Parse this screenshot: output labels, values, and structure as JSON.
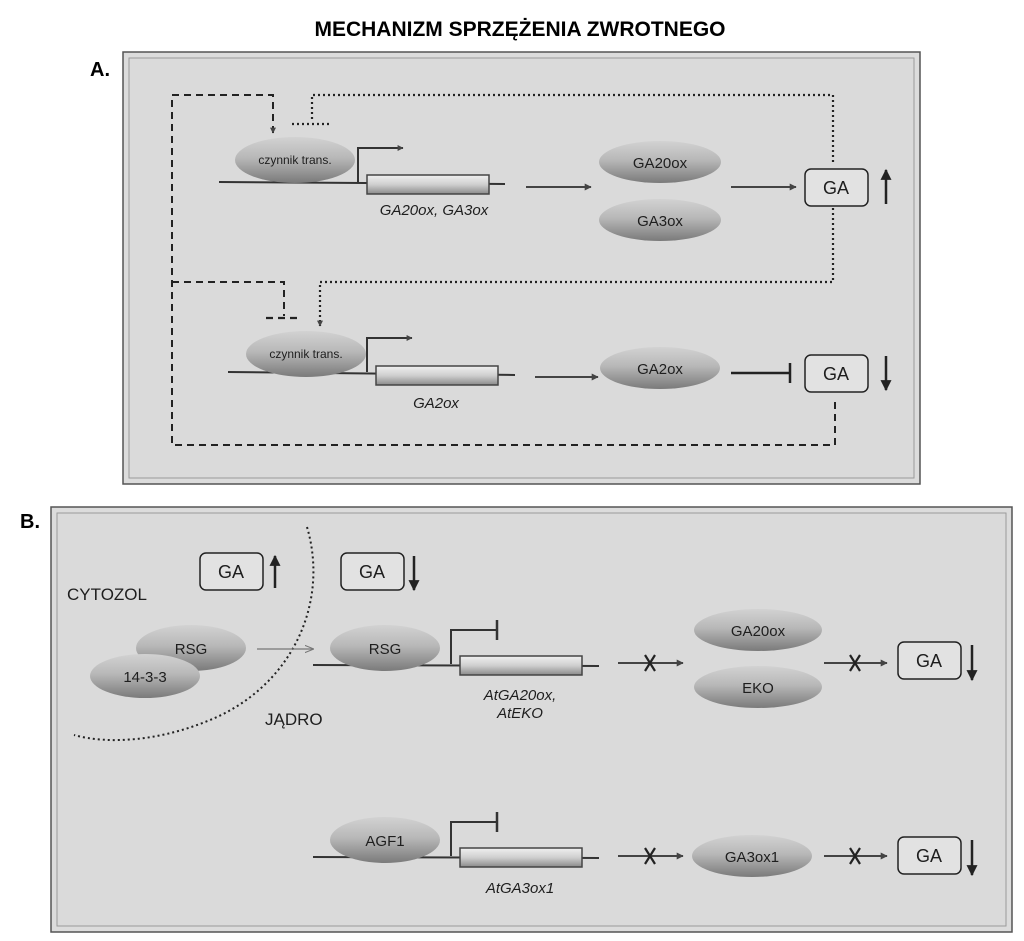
{
  "title": "MECHANIZM SPRZĘŻENIA ZWROTNEGO",
  "panel_a": {
    "label": "A.",
    "tf_top": "czynnik trans.",
    "tf_bottom": "czynnik trans.",
    "gene_top": "GA20ox, GA3ox",
    "gene_bottom": "GA2ox",
    "enzyme_1": "GA20ox",
    "enzyme_2": "GA3ox",
    "enzyme_3": "GA2ox",
    "ga_top": "GA",
    "ga_bottom": "GA"
  },
  "panel_b": {
    "label": "B.",
    "ga_cytosol": "GA",
    "ga_nucleus": "GA",
    "cytosol_label": "CYTOZOL",
    "nucleus_label": "JĄDRO",
    "rsg_cytosol": "RSG",
    "protein_1433": "14-3-3",
    "rsg_nucleus": "RSG",
    "gene_top_line1": "AtGA20ox,",
    "gene_top_line2": "AtEKO",
    "enzyme_1": "GA20ox",
    "enzyme_2": "EKO",
    "ga_top": "GA",
    "agf1": "AGF1",
    "gene_bottom": "AtGA3ox1",
    "enzyme_3": "GA3ox1",
    "ga_bottom": "GA"
  }
}
